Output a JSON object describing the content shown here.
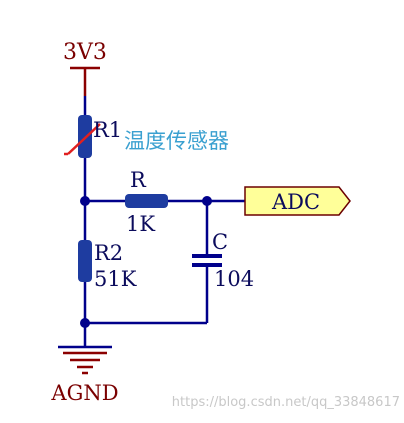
{
  "supply": {
    "label": "3V3"
  },
  "ground": {
    "label": "AGND"
  },
  "sensor": {
    "designator": "R1",
    "description": "温度传感器"
  },
  "series_resistor": {
    "designator": "R",
    "value": "1K"
  },
  "lower_resistor": {
    "designator": "R2",
    "value": "51K"
  },
  "capacitor": {
    "designator": "C",
    "value": "104"
  },
  "port": {
    "label": "ADC"
  },
  "watermark": {
    "text": "https://blog.csdn.net/qq_33848617"
  },
  "colors": {
    "wire": "#00008b",
    "rail": "#8b0000",
    "component_fill": "#1e3ca0",
    "label_text": "#0b0b5c",
    "rail_text": "#7a0000",
    "cjk_text": "#3aa0d0",
    "thermal_slash": "#e02020",
    "port_fill": "#ffff99",
    "port_stroke": "#6b0000",
    "watermark": "#c8c8c8"
  }
}
